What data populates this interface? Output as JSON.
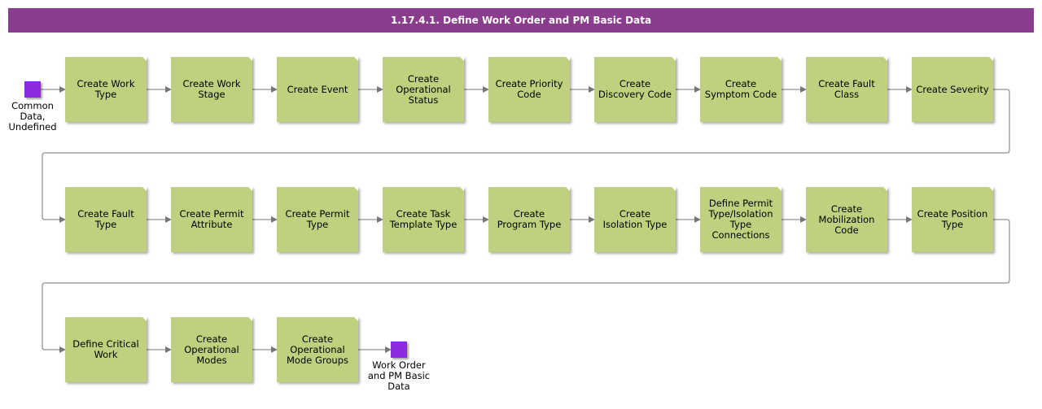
{
  "title": "1.17.4.1. Define Work Order and PM Basic Data",
  "start": {
    "label": "Common Data, Undefined"
  },
  "end": {
    "label": "Work Order and PM Basic Data"
  },
  "rows": [
    [
      "Create Work Type",
      "Create Work Stage",
      "Create Event",
      "Create Operational Status",
      "Create Priority Code",
      "Create Discovery Code",
      "Create Symptom Code",
      "Create Fault Class",
      "Create Severity"
    ],
    [
      "Create Fault Type",
      "Create Permit Attribute",
      "Create Permit Type",
      "Create Task Template Type",
      "Create Program Type",
      "Create Isolation Type",
      "Define Permit Type/Isolation Type Connections",
      "Create Mobilization Code",
      "Create Position Type"
    ],
    [
      "Define Critical Work",
      "Create Operational Modes",
      "Create Operational Mode Groups"
    ]
  ],
  "colors": {
    "header": "#8a3d8c",
    "node": "#bfd17e",
    "terminal": "#8a2be2",
    "connector": "#777777"
  }
}
